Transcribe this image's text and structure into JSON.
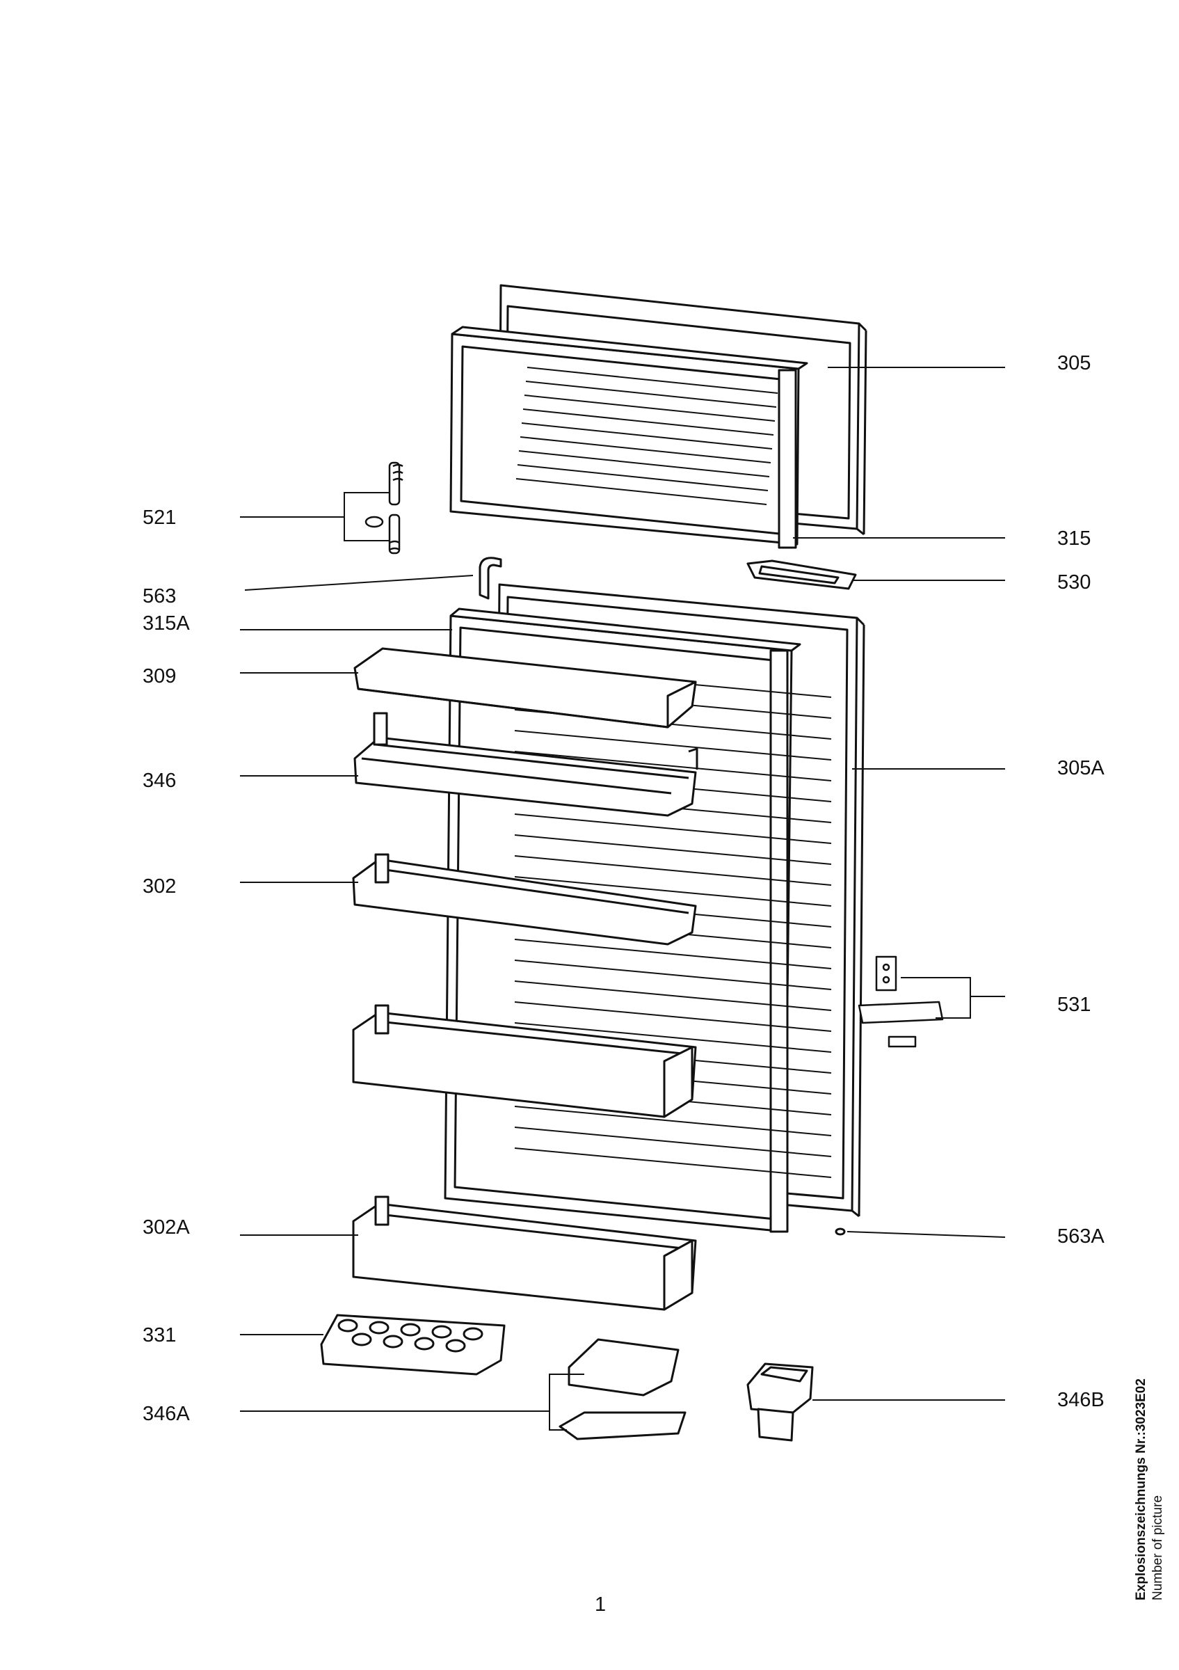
{
  "callouts": {
    "r305": "305",
    "r315": "315",
    "r530": "530",
    "r305A": "305A",
    "r531": "531",
    "r563A": "563A",
    "r346B": "346B",
    "l521": "521",
    "l563": "563",
    "l315A": "315A",
    "l309": "309",
    "l346": "346",
    "l302": "302",
    "l302A": "302A",
    "l331": "331",
    "l346A": "346A"
  },
  "footer": {
    "page_number": "1",
    "title_de": "Explosionszeichnungs Nr.:3023E02",
    "title_en": "Number of picture"
  }
}
